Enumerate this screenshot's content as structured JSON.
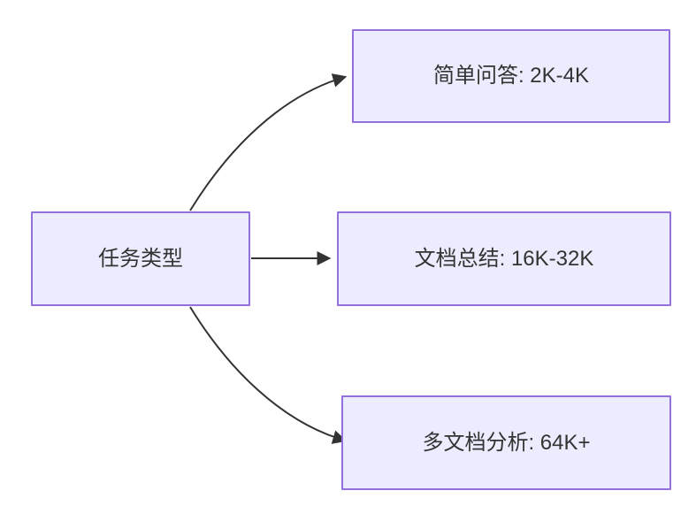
{
  "diagram": {
    "type": "flowchart",
    "direction": "left-to-right",
    "root": {
      "label": "任务类型"
    },
    "children": [
      {
        "label": "简单问答: 2K-4K"
      },
      {
        "label": "文档总结: 16K-32K"
      },
      {
        "label": "多文档分析: 64K+"
      }
    ],
    "edges": [
      {
        "from": "任务类型",
        "to": "简单问答: 2K-4K"
      },
      {
        "from": "任务类型",
        "to": "文档总结: 16K-32K"
      },
      {
        "from": "任务类型",
        "to": "多文档分析: 64K+"
      }
    ],
    "colors": {
      "node_fill": "#ECECFF",
      "node_border": "#9370DB",
      "edge": "#333333",
      "text": "#333333"
    }
  }
}
